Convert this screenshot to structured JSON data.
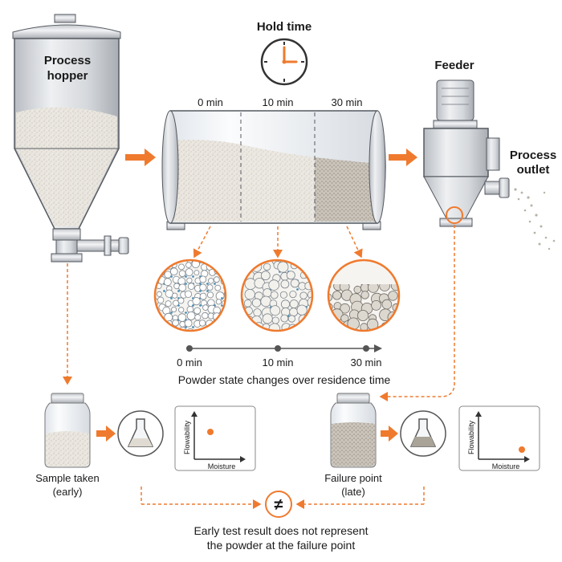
{
  "labels": {
    "hopper_line1": "Process",
    "hopper_line2": "hopper",
    "hold_time": "Hold time",
    "feeder": "Feeder",
    "outlet_line1": "Process",
    "outlet_line2": "outlet",
    "drum_t0": "0 min",
    "drum_t10": "10 min",
    "drum_t30": "30 min",
    "axis_t0": "0 min",
    "axis_t10": "10 min",
    "axis_t30": "30 min",
    "state_caption": "Powder state changes over residence time",
    "sample_line1": "Sample taken",
    "sample_line2": "(early)",
    "failure_line1": "Failure point",
    "failure_line2": "(late)",
    "plot_y": "Flowability",
    "plot_x": "Moisture",
    "not_equal": "≠",
    "conclusion_line1": "Early test result does not represent",
    "conclusion_line2": "the powder at the failure point"
  },
  "colors": {
    "accent": "#ef7a2e",
    "metal": "#d4d7dc",
    "outline": "#555a60",
    "powder_fresh": "#e8e4dc",
    "powder_aged": "#b8b2a8",
    "moisture": "#4a8fb8"
  },
  "icons": {
    "clock": "clock-icon",
    "flask": "flask-icon",
    "jar": "jar-icon",
    "arrow": "arrow-right-icon"
  }
}
